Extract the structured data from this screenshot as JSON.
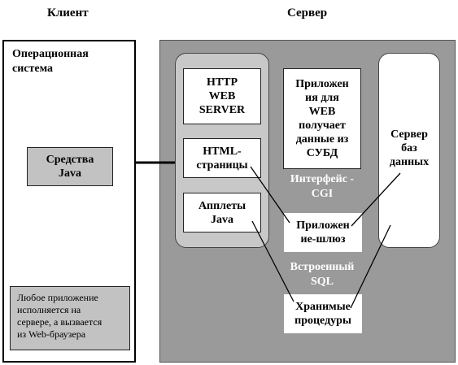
{
  "headings": {
    "client": "Клиент",
    "server": "Сервер"
  },
  "client": {
    "os_label": "Операционная\nсистема",
    "java_tools": "Средства\nJava",
    "note": "Любое приложение\nисполняется на\nсервере, а вызвается\nиз Web-браузера"
  },
  "server": {
    "http_server": "HTTP\nWEB\nSERVER",
    "html_pages": "HTML-\nстраницы",
    "java_applets": "Апплеты\nJava",
    "web_app": "Приложен\nия для\nWEB\nполучает\nданные из\nСУБД",
    "cgi_interface": "Интерфейс -\nCGI",
    "gateway_app": "Приложен\nие-шлюз",
    "embedded_sql": "Встроенный\nSQL",
    "stored_procedures": "Хранимые\nпроцедуры",
    "db_server": "Сервер\nбаз\nданных"
  }
}
